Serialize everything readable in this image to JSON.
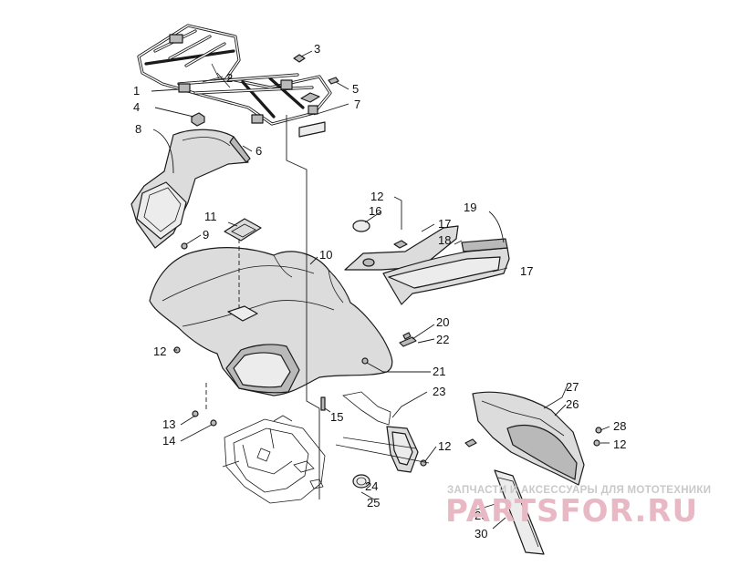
{
  "callouts": [
    {
      "id": "c1",
      "label": "1"
    },
    {
      "id": "c2",
      "label": "2"
    },
    {
      "id": "c3",
      "label": "3"
    },
    {
      "id": "c4",
      "label": "4"
    },
    {
      "id": "c5",
      "label": "5"
    },
    {
      "id": "c6",
      "label": "6"
    },
    {
      "id": "c7",
      "label": "7"
    },
    {
      "id": "c8",
      "label": "8"
    },
    {
      "id": "c9",
      "label": "9"
    },
    {
      "id": "c10",
      "label": "10"
    },
    {
      "id": "c11",
      "label": "11"
    },
    {
      "id": "c12a",
      "label": "12"
    },
    {
      "id": "c12b",
      "label": "12"
    },
    {
      "id": "c12c",
      "label": "12"
    },
    {
      "id": "c12d",
      "label": "12"
    },
    {
      "id": "c13",
      "label": "13"
    },
    {
      "id": "c14",
      "label": "14"
    },
    {
      "id": "c15",
      "label": "15"
    },
    {
      "id": "c16",
      "label": "16"
    },
    {
      "id": "c17a",
      "label": "17"
    },
    {
      "id": "c17b",
      "label": "17"
    },
    {
      "id": "c18",
      "label": "18"
    },
    {
      "id": "c19",
      "label": "19"
    },
    {
      "id": "c20",
      "label": "20"
    },
    {
      "id": "c21",
      "label": "21"
    },
    {
      "id": "c22",
      "label": "22"
    },
    {
      "id": "c23",
      "label": "23"
    },
    {
      "id": "c24",
      "label": "24"
    },
    {
      "id": "c25",
      "label": "25"
    },
    {
      "id": "c26",
      "label": "26"
    },
    {
      "id": "c27",
      "label": "27"
    },
    {
      "id": "c28",
      "label": "28"
    },
    {
      "id": "c29",
      "label": "29"
    },
    {
      "id": "c30",
      "label": "30"
    }
  ],
  "watermark": {
    "tagline": "ЗАПЧАСТИ И АКСЕССУАРЫ ДЛЯ МОТОТЕХНИКИ",
    "brand": "PARTSFOR.RU"
  },
  "colors": {
    "line": "#1a1a1a",
    "part_fill": "#dcdcdc",
    "watermark_brand": "#e8b9c4",
    "watermark_tag": "#c9c9c9"
  }
}
